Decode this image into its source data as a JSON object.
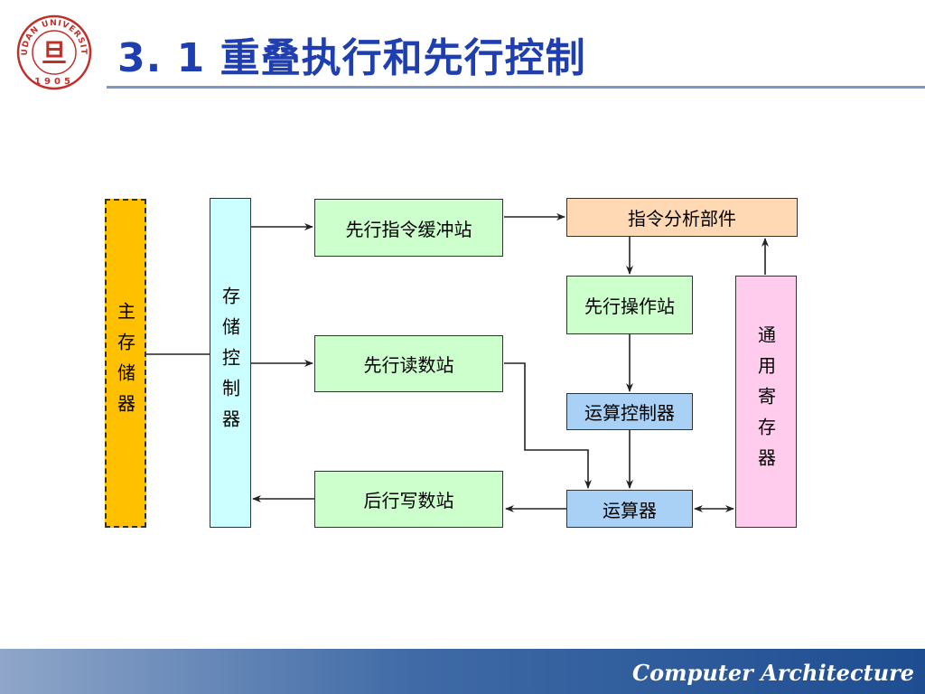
{
  "header": {
    "title": "3. 1 重叠执行和先行控制",
    "logo": {
      "icon": "university-seal-icon",
      "ring_text": "FUDAN UNIVERSITY",
      "year": "1905"
    }
  },
  "diagram": {
    "main_memory": "主存储器",
    "memory_controller": "存储控制器",
    "instruction_buffer": "先行指令缓冲站",
    "operand_read_station": "先行读数站",
    "write_back_station": "后行写数站",
    "instruction_analyzer": "指令分析部件",
    "operation_station": "先行操作站",
    "alu_controller": "运算控制器",
    "alu": "运算器",
    "general_registers": "通用寄存器",
    "colors": {
      "main_memory": "#ffc000",
      "memory_controller": "#ccffff",
      "stations": "#ccffcc",
      "instruction_analyzer": "#ffd9b3",
      "alu": "#a9d0f5",
      "general_registers": "#ffccee"
    }
  },
  "footer": {
    "text": "Computer Architecture",
    "colors": {
      "start": "#8fa6c9",
      "end": "#1e4d91"
    }
  }
}
